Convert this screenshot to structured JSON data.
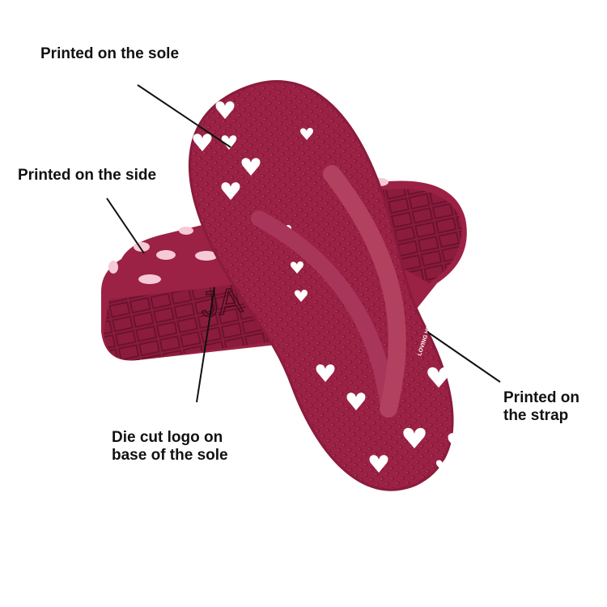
{
  "annotations": {
    "sole": "Printed on the sole",
    "side": "Printed on the side",
    "logo_line1": "Die cut logo on",
    "logo_line2": "base of the sole",
    "strap_line1": "Printed on",
    "strap_line2": "the strap"
  },
  "product": {
    "strap_print": "LOVING HEART",
    "die_cut_logo": "JAY",
    "colors": {
      "sole": "#9b2145",
      "sole_dark": "#7a1634",
      "strap": "#a8365a",
      "hearts": "#ffffff",
      "side_hearts": "#f6c9d6"
    }
  }
}
